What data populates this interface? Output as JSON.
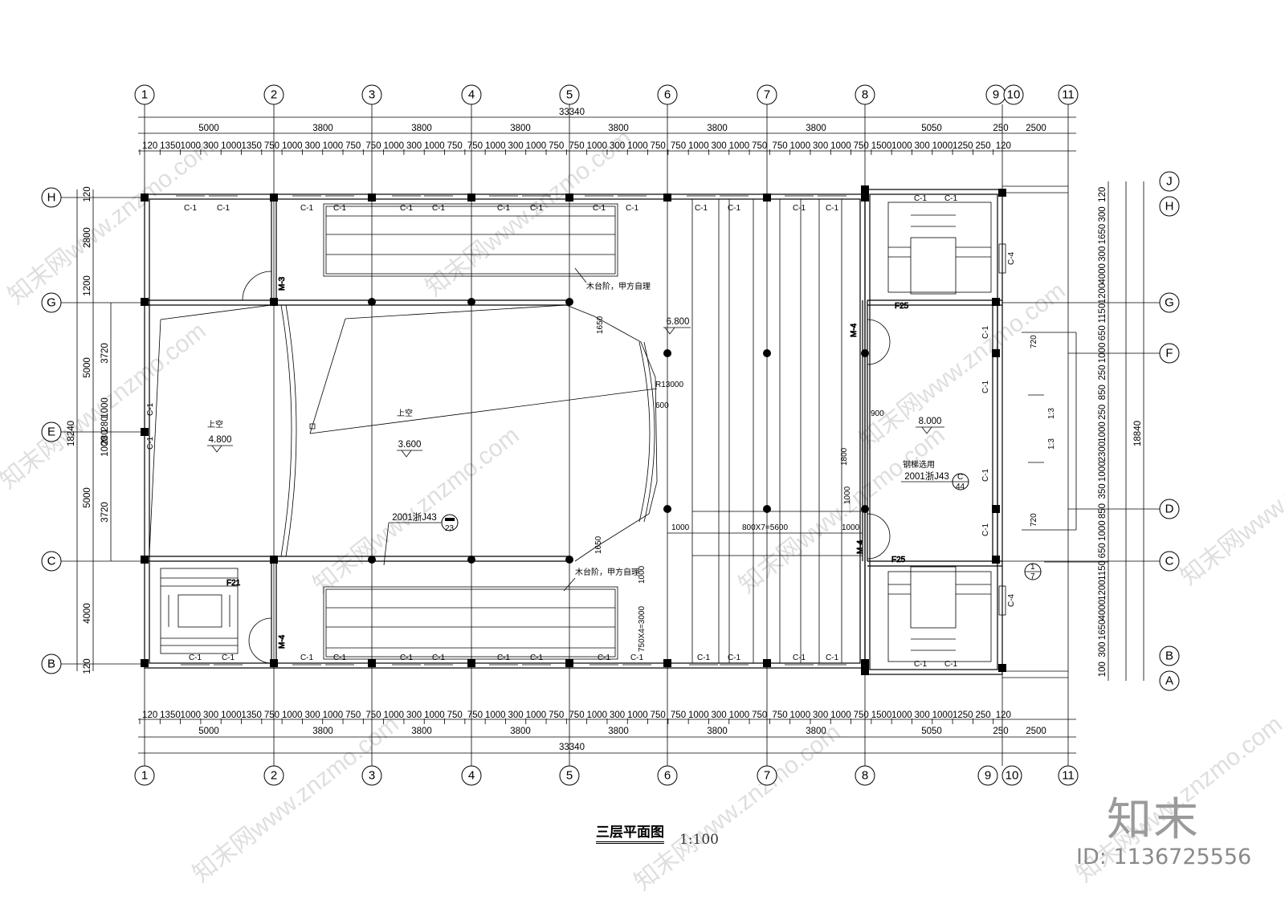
{
  "drawing": {
    "title": "三层平面图",
    "scale": "1:100",
    "overall_width": "33340",
    "overall_height_left": "18240",
    "overall_height_right": "18840"
  },
  "grid": {
    "columns": [
      "1",
      "2",
      "3",
      "4",
      "5",
      "6",
      "7",
      "8",
      "9",
      "10",
      "11"
    ],
    "rows_left": [
      "H",
      "G",
      "E",
      "C",
      "B"
    ],
    "rows_right": [
      "J",
      "H",
      "G",
      "F",
      "D",
      "C",
      "B",
      "A"
    ]
  },
  "dims": {
    "bays": [
      "5000",
      "3800",
      "3800",
      "3800",
      "3800",
      "3800",
      "3800",
      "5050",
      "250",
      "2500"
    ],
    "openings": [
      "120",
      "1350",
      "1000",
      "300",
      "1000",
      "1350",
      "750",
      "1000",
      "300",
      "1000",
      "750",
      "750",
      "1000",
      "300",
      "1000",
      "750",
      "750",
      "1000",
      "300",
      "1000",
      "750",
      "750",
      "1000",
      "300",
      "1000",
      "750",
      "750",
      "1000",
      "300",
      "1000",
      "750",
      "750",
      "1000",
      "300",
      "1000",
      "750",
      "1500",
      "1000",
      "300",
      "1000",
      "1250",
      "250",
      "120"
    ],
    "left_outer": [
      "120",
      "2800",
      "1200",
      "5000",
      "3720",
      "1000",
      "280",
      "1000",
      "280",
      "5000",
      "3720",
      "4000",
      "120"
    ],
    "right_outer": [
      "120",
      "300",
      "1650",
      "300",
      "4000",
      "1200",
      "1150",
      "650",
      "1000",
      "250",
      "850",
      "250",
      "1000",
      "2300",
      "1000",
      "350",
      "850",
      "1000",
      "650",
      "1150",
      "1200",
      "4000",
      "1650",
      "300",
      "100"
    ]
  },
  "labels": {
    "window_c1": "C-1",
    "window_c4": "C-4",
    "door_m3": "M-3",
    "door_m4": "M-4",
    "void": "上空",
    "stage_note": "木台阶，甲方自理",
    "stair_note": "钢梯选用",
    "std_ref": "2001浙J43",
    "ref_c": "C",
    "ref_44": "44",
    "ref_23": "23",
    "ref_1": "1",
    "ref_7": "7",
    "elev_680": "6.800",
    "elev_480": "4.800",
    "elev_360": "3.600",
    "elev_800": "8.000",
    "radius": "R13000",
    "d1650": "1650",
    "d600": "600",
    "d900": "900",
    "d1800": "1800",
    "d1000": "1000",
    "d720": "720",
    "d13": "1:3",
    "d800x7": "800X7=5600",
    "d750x4": "750X4=3000",
    "stair_f21": "F21",
    "stair_f25": "F25"
  },
  "brand": {
    "name": "知末",
    "id": "ID: 1136725556",
    "watermark": "知末网www.znzmo.com"
  }
}
